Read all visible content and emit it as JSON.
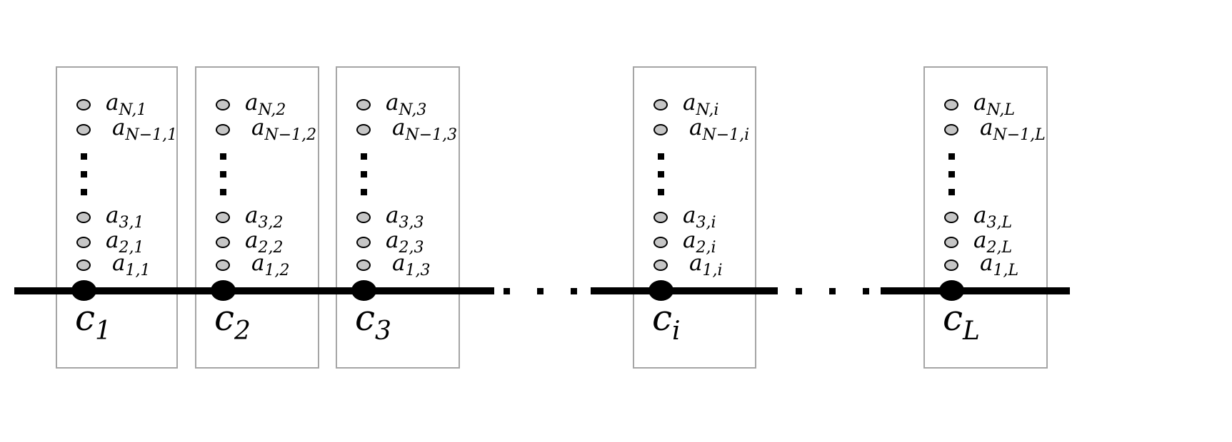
{
  "figure": {
    "type": "coupled-cavity-array-diagram",
    "colors": {
      "background": "#ffffff",
      "box_border": "#a5a5a5",
      "atom_fill": "#c6c6c6",
      "ink": "#000000"
    },
    "cells": [
      {
        "id": "1",
        "atoms": [
          {
            "base": "a",
            "sub": "N,1"
          },
          {
            "base": "a",
            "sub": "N−1,1"
          },
          {
            "base": "a",
            "sub": "3,1"
          },
          {
            "base": "a",
            "sub": "2,1"
          },
          {
            "base": "a",
            "sub": "1,1"
          }
        ],
        "cavity": {
          "base": "c",
          "sub": "1"
        }
      },
      {
        "id": "2",
        "atoms": [
          {
            "base": "a",
            "sub": "N,2"
          },
          {
            "base": "a",
            "sub": "N−1,2"
          },
          {
            "base": "a",
            "sub": "3,2"
          },
          {
            "base": "a",
            "sub": "2,2"
          },
          {
            "base": "a",
            "sub": "1,2"
          }
        ],
        "cavity": {
          "base": "c",
          "sub": "2"
        }
      },
      {
        "id": "3",
        "atoms": [
          {
            "base": "a",
            "sub": "N,3"
          },
          {
            "base": "a",
            "sub": "N−1,3"
          },
          {
            "base": "a",
            "sub": "3,3"
          },
          {
            "base": "a",
            "sub": "2,3"
          },
          {
            "base": "a",
            "sub": "1,3"
          }
        ],
        "cavity": {
          "base": "c",
          "sub": "3"
        }
      },
      {
        "id": "i",
        "atoms": [
          {
            "base": "a",
            "sub": "N,i"
          },
          {
            "base": "a",
            "sub": "N−1,i"
          },
          {
            "base": "a",
            "sub": "3,i"
          },
          {
            "base": "a",
            "sub": "2,i"
          },
          {
            "base": "a",
            "sub": "1,i"
          }
        ],
        "cavity": {
          "base": "c",
          "sub": "i"
        }
      },
      {
        "id": "L",
        "atoms": [
          {
            "base": "a",
            "sub": "N,L"
          },
          {
            "base": "a",
            "sub": "N−1,L"
          },
          {
            "base": "a",
            "sub": "3,L"
          },
          {
            "base": "a",
            "sub": "2,L"
          },
          {
            "base": "a",
            "sub": "1,L"
          }
        ],
        "cavity": {
          "base": "c",
          "sub": "L"
        }
      }
    ]
  }
}
